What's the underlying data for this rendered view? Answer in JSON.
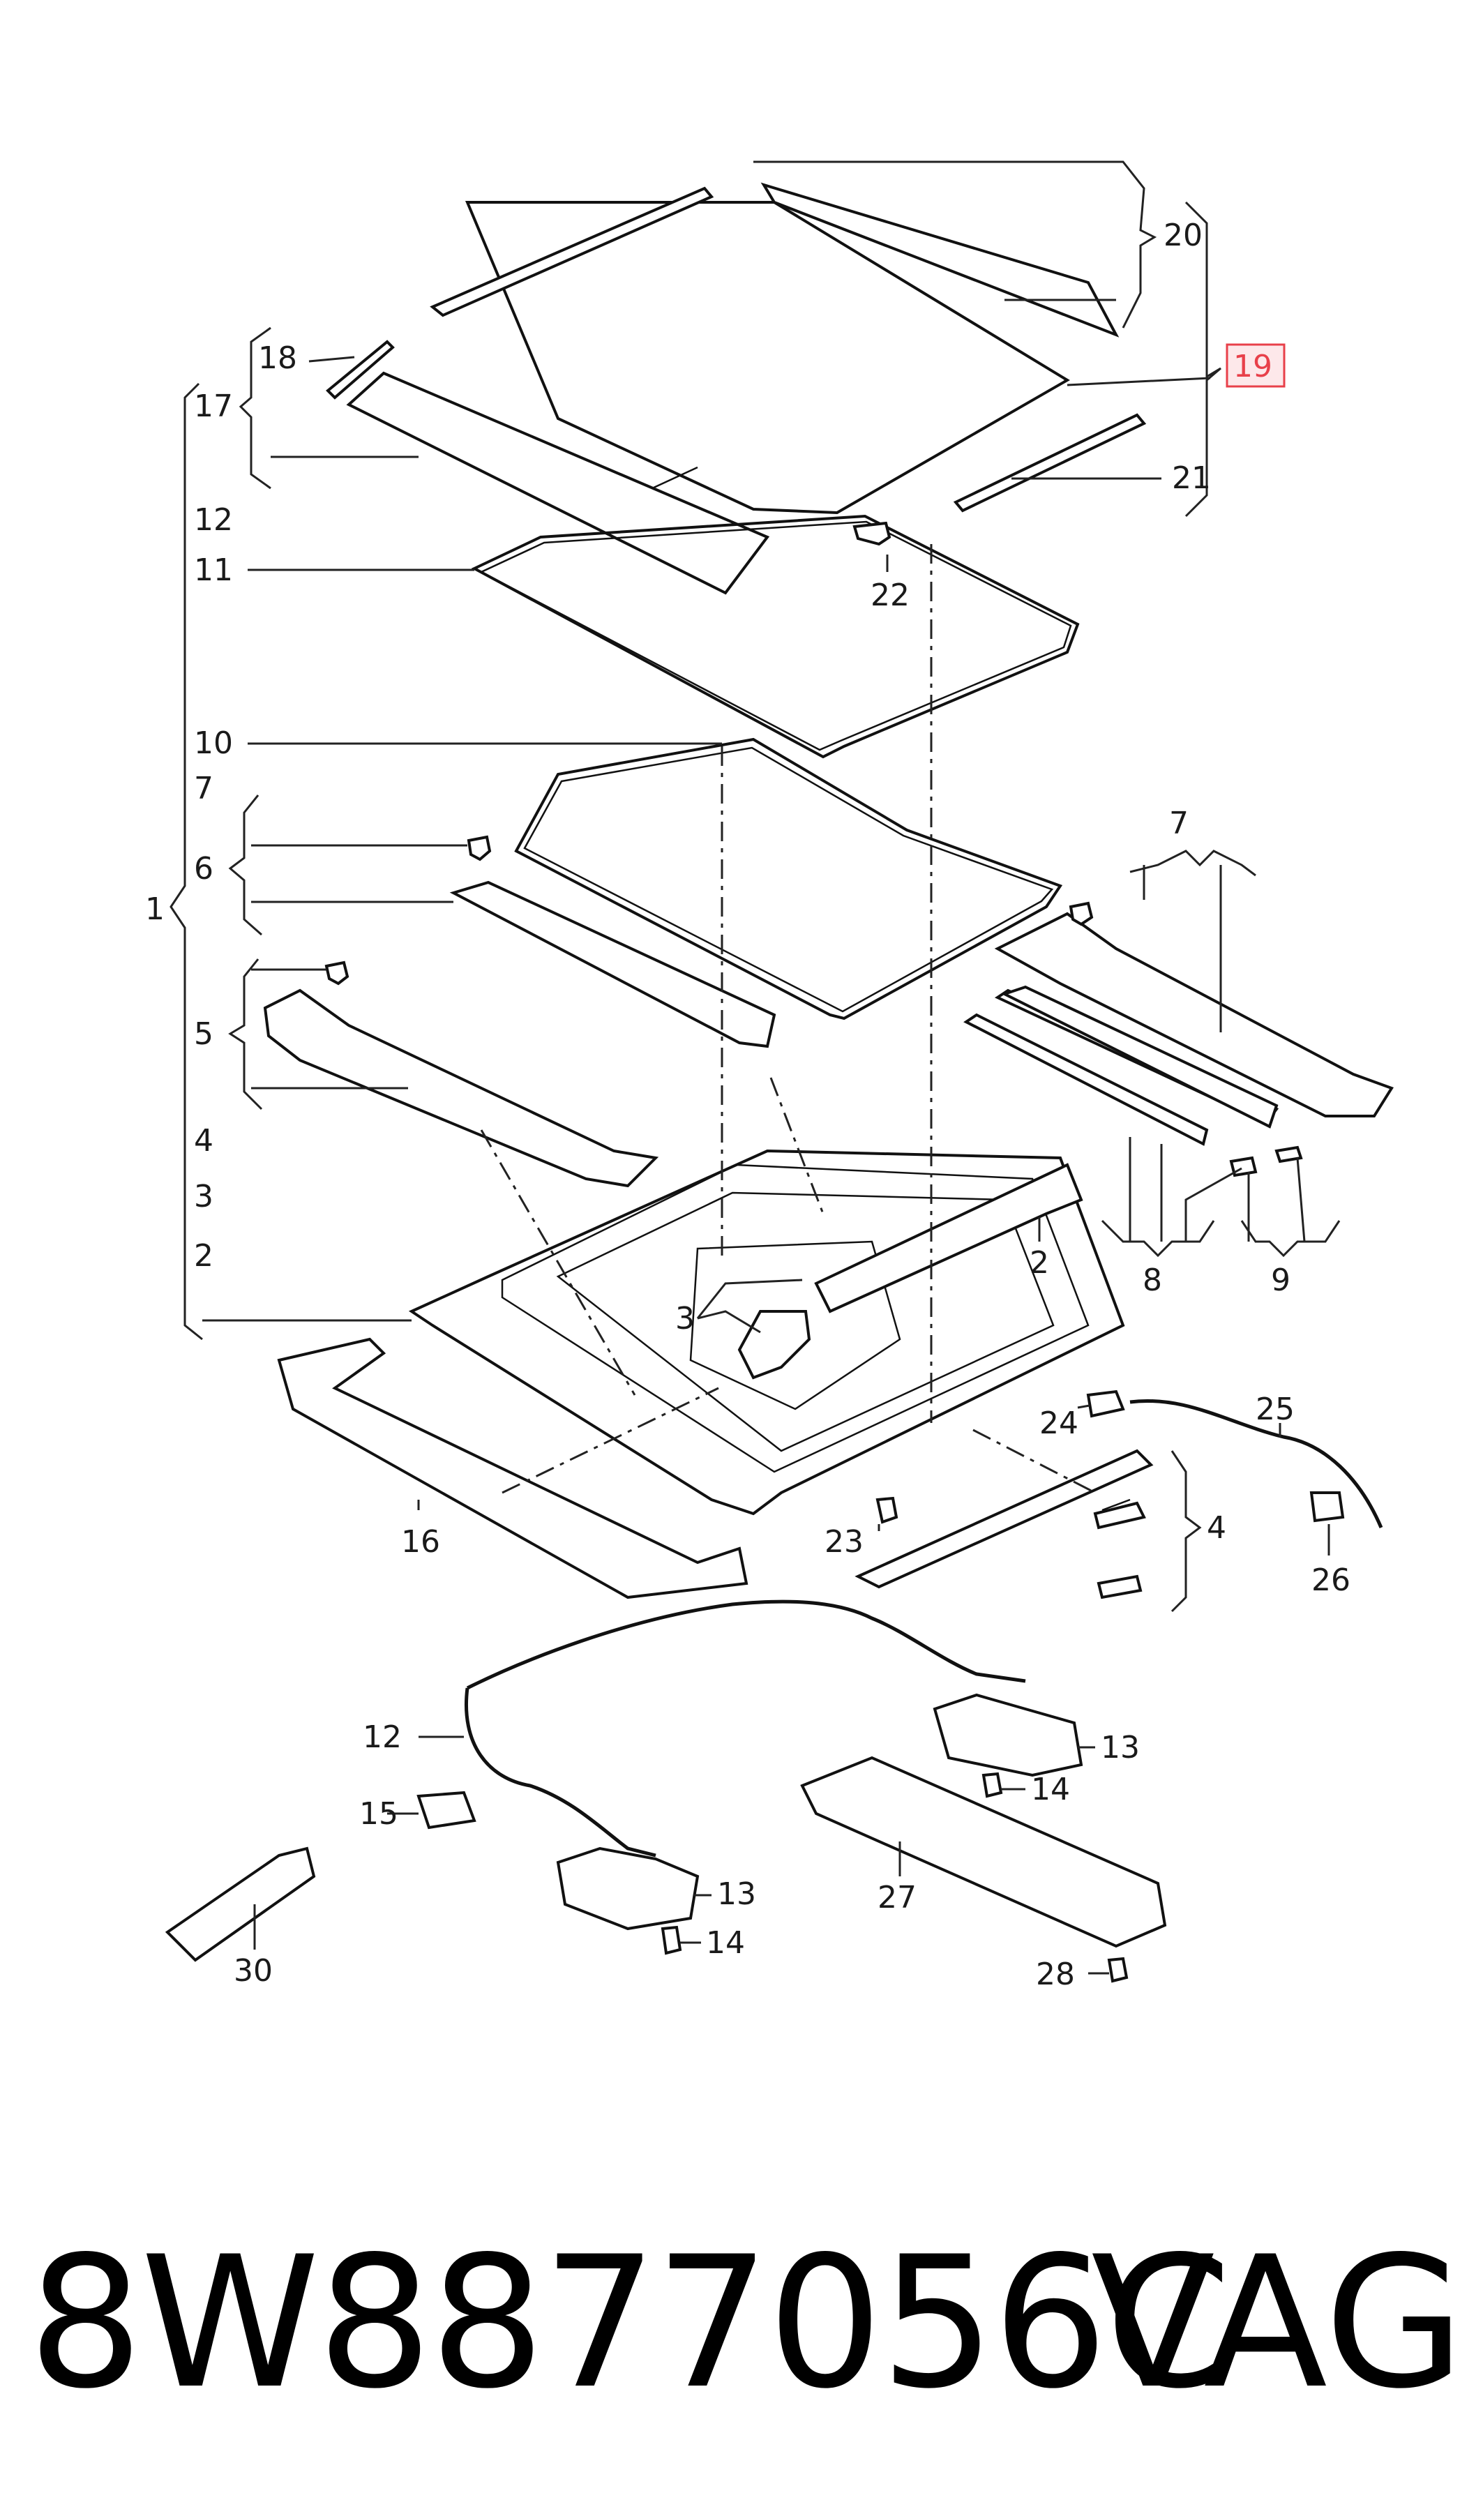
{
  "callouts": {
    "c1": "1",
    "c2a": "2",
    "c2b": "2",
    "c3a": "3",
    "c3b": "3",
    "c4a": "4",
    "c4b": "4",
    "c5": "5",
    "c6": "6",
    "c7a": "7",
    "c7b": "7",
    "c8": "8",
    "c9": "9",
    "c10": "10",
    "c11": "11",
    "c12a": "12",
    "c12b": "12",
    "c13a": "13",
    "c13b": "13",
    "c14a": "14",
    "c14b": "14",
    "c15": "15",
    "c16": "16",
    "c17": "17",
    "c18": "18",
    "c19": "19",
    "c20": "20",
    "c21": "21",
    "c22": "22",
    "c23": "23",
    "c24": "24",
    "c25": "25",
    "c26": "26",
    "c27": "27",
    "c28": "28",
    "c30": "30"
  },
  "highlight_color": "#e8404a",
  "footer": {
    "part_number": "8W8877056C",
    "brand": "VAG"
  }
}
